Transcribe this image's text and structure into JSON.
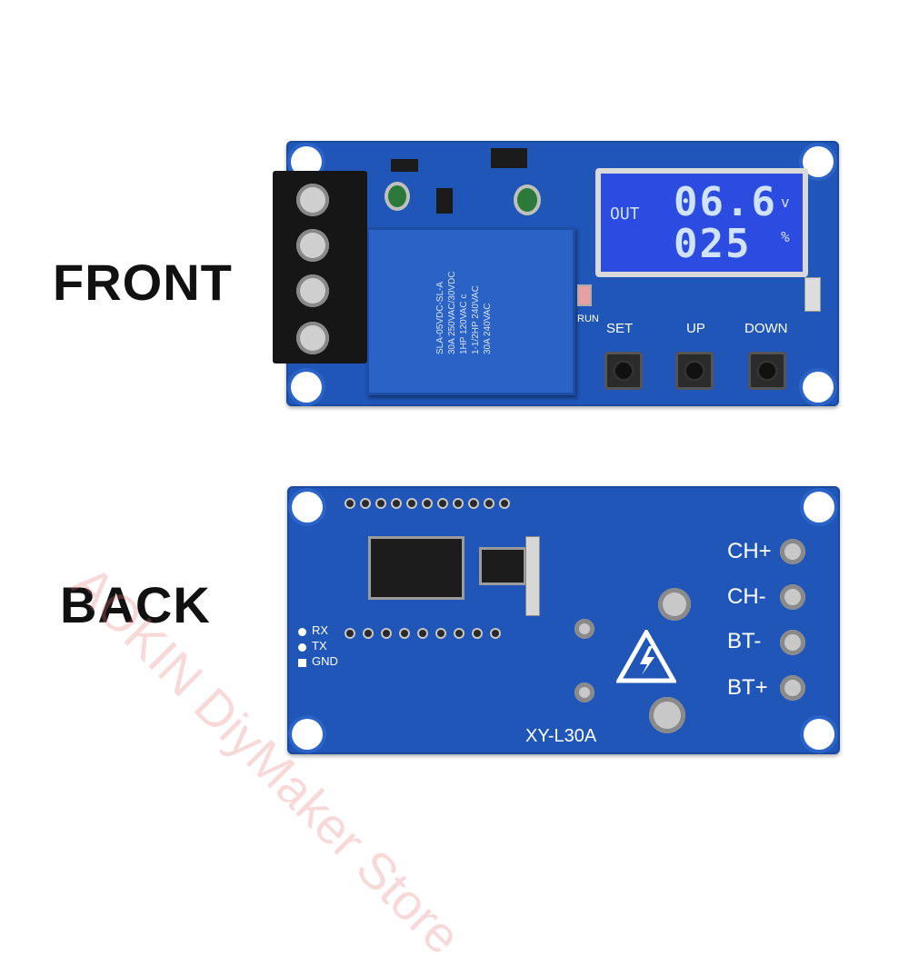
{
  "labels": {
    "front": "FRONT",
    "back": "BACK"
  },
  "watermark": "AOKIN DiyMaker Store",
  "front": {
    "lcd": {
      "out_label": "OUT",
      "voltage": "06.6",
      "voltage_unit": "v",
      "percent": "025",
      "percent_unit": "%"
    },
    "buttons": {
      "set": "SET",
      "up": "UP",
      "down": "DOWN"
    },
    "run_label": "RUN",
    "relay_text": [
      "SLA-05VDC-SL-A",
      "30A 250VAC/30VDC",
      "1HP 120VAC c",
      "1-1/2HP 240VAC",
      "30A 240VAC"
    ]
  },
  "back": {
    "model": "XY-L30A",
    "terminals": {
      "ch_plus": "CH+",
      "ch_minus": "CH-",
      "bt_minus": "BT-",
      "bt_plus": "BT+"
    },
    "serial_pins": {
      "rx": "RX",
      "tx": "TX",
      "gnd": "GND"
    }
  },
  "colors": {
    "pcb": "#1f56b8",
    "lcd": "#2c4be0",
    "relay": "#2a62c6"
  }
}
